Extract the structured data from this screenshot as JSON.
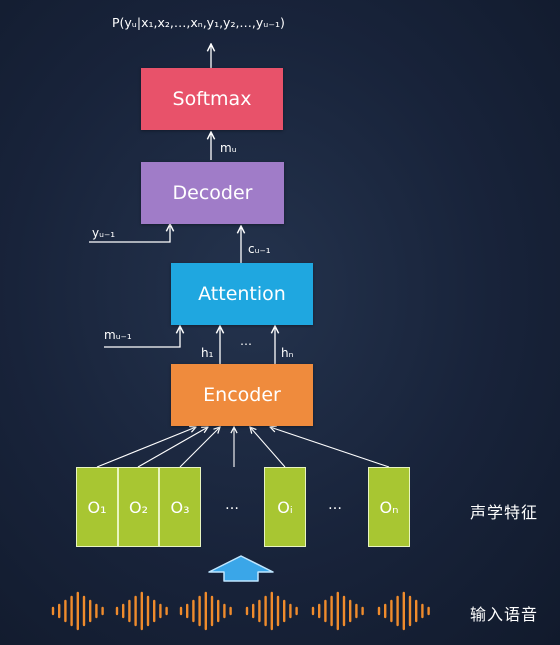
{
  "output_prob": "P(yᵤ|x₁,x₂,…,xₙ,y₁,y₂,…,yᵤ₋₁)",
  "blocks": {
    "softmax": "Softmax",
    "decoder": "Decoder",
    "attention": "Attention",
    "encoder": "Encoder"
  },
  "labels": {
    "m_u": "mᵤ",
    "y_prev": "yᵤ₋₁",
    "c_prev": "cᵤ₋₁",
    "m_prev": "mᵤ₋₁",
    "h_1": "h₁",
    "h_dots": "…",
    "h_n": "hₙ"
  },
  "features": {
    "o1": "O₁",
    "o2": "O₂",
    "o3": "O₃",
    "dots1": "…",
    "oi": "Oᵢ",
    "dots2": "…",
    "on": "Oₙ"
  },
  "side_labels": {
    "acoustic_features": "声学特征",
    "input_speech": "输入语音"
  },
  "colors": {
    "softmax": "#e8526a",
    "decoder": "#a07cc8",
    "attention": "#1fa7e0",
    "encoder": "#ef8b3d",
    "feature": "#a8c632",
    "up_arrow": "#3aa6e8",
    "waveform": "#ef8b2c"
  }
}
